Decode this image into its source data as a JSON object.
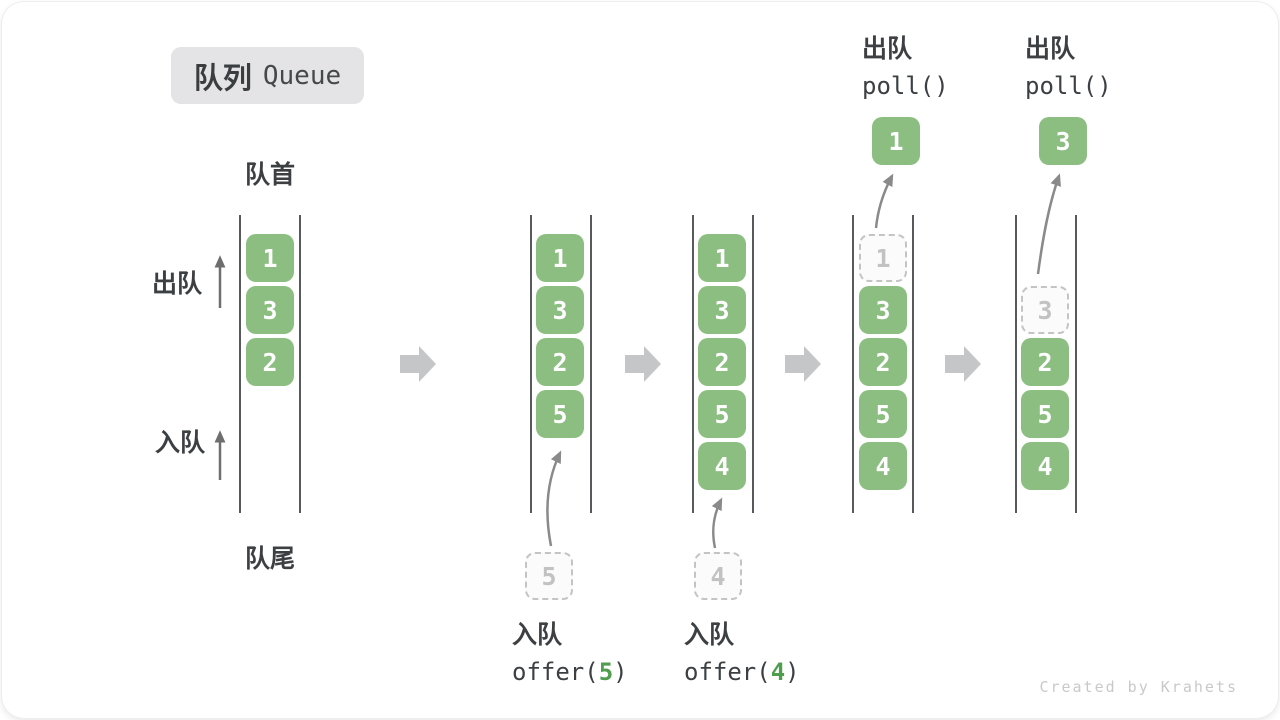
{
  "diagram": {
    "title": {
      "zh": "队列",
      "en": "Queue"
    },
    "labels": {
      "front": "队首",
      "rear": "队尾",
      "dequeue_side": "出队",
      "enqueue_side": "入队"
    },
    "states": [
      {
        "name": "initial",
        "cells": [
          "1",
          "3",
          "2"
        ]
      },
      {
        "name": "after-offer-5",
        "cells": [
          "1",
          "3",
          "2",
          "5"
        ],
        "staging": "5"
      },
      {
        "name": "after-offer-4",
        "cells": [
          "1",
          "3",
          "2",
          "5",
          "4"
        ],
        "staging": "4"
      },
      {
        "name": "after-poll-1",
        "removed": "1",
        "cells": [
          "3",
          "2",
          "5",
          "4"
        ],
        "result": "1"
      },
      {
        "name": "after-poll-3",
        "removed": "3",
        "cells": [
          "2",
          "5",
          "4"
        ],
        "result": "3"
      }
    ],
    "operations": {
      "enqueue5": {
        "label": "入队",
        "fn_open": "offer(",
        "arg": "5",
        "fn_close": ")"
      },
      "enqueue4": {
        "label": "入队",
        "fn_open": "offer(",
        "arg": "4",
        "fn_close": ")"
      },
      "poll1": {
        "label": "出队",
        "fn": "poll()"
      },
      "poll3": {
        "label": "出队",
        "fn": "poll()"
      }
    },
    "watermark": "Created by Krahets",
    "colors": {
      "cell_green": "#8cbe81",
      "arg_green": "#4f9e50",
      "column_line": "#565a5c",
      "block_arrow": "#c5c6c7",
      "curve_arrow": "#8a8a8a",
      "dashed_border": "#c4c4c4",
      "dashed_text": "#c2c2c2",
      "label_text": "#3c4043",
      "badge_bg": "#e4e4e6",
      "watermark_text": "#c9c9c9"
    }
  }
}
